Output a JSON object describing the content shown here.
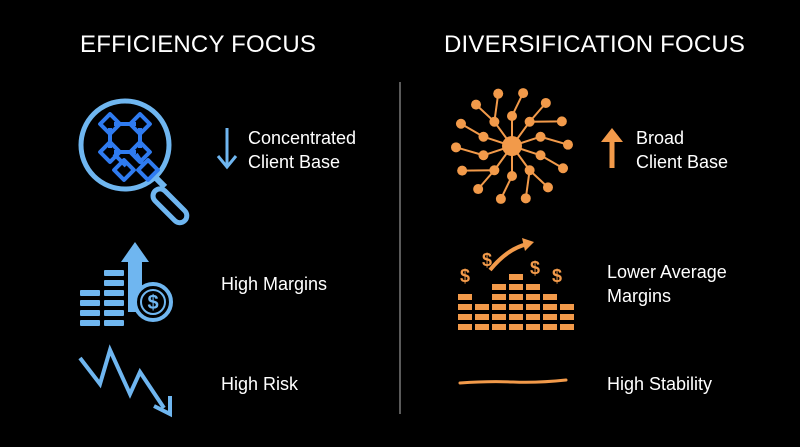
{
  "colors": {
    "background": "#000000",
    "efficiency_blue": "#6fb6f0",
    "network_blue": "#2f7bf0",
    "diversification_orange": "#f29a4a",
    "divider": "#5a5a5a",
    "text": "#ffffff"
  },
  "left": {
    "title": "EFFICIENCY FOCUS",
    "items": [
      {
        "icon": "magnifier-network-icon",
        "indicator": "arrow-down-icon",
        "line1": "Concentrated",
        "line2": "Client Base"
      },
      {
        "icon": "rising-bars-coin-icon",
        "line1": "High Margins"
      },
      {
        "icon": "volatile-down-arrow-icon",
        "line1": "High Risk"
      }
    ]
  },
  "right": {
    "title": "DIVERSIFICATION FOCUS",
    "items": [
      {
        "icon": "hub-network-icon",
        "indicator": "arrow-up-icon",
        "line1": "Broad",
        "line2": "Client Base"
      },
      {
        "icon": "dollar-bars-icon",
        "line1": "Lower Average",
        "line2": "Margins"
      },
      {
        "icon": "flat-line-icon",
        "line1": "High Stability"
      }
    ]
  }
}
